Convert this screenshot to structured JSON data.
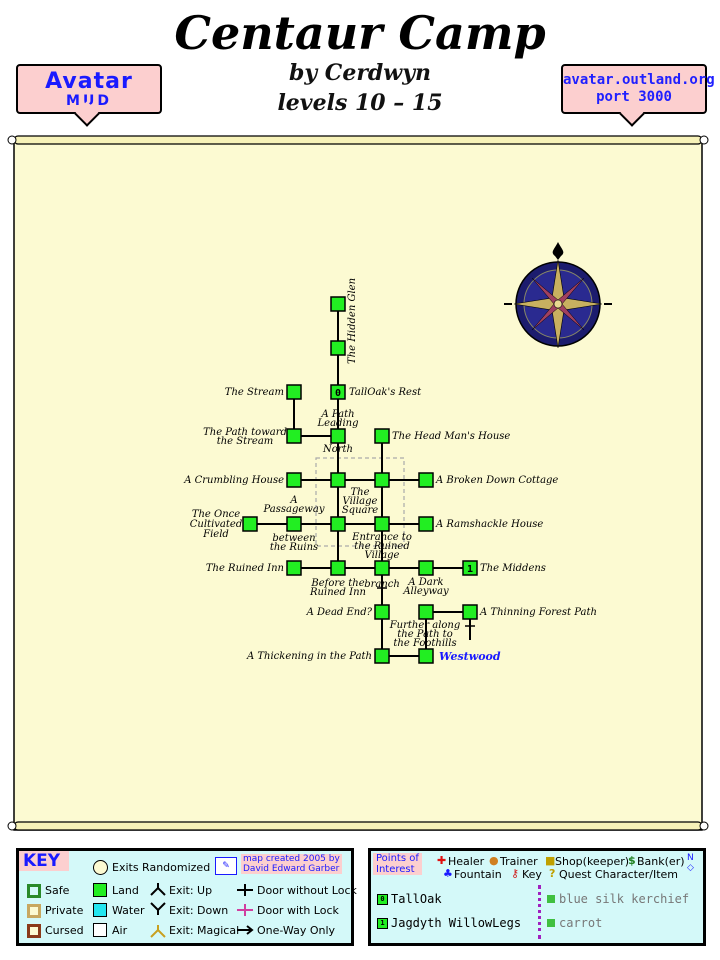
{
  "header": {
    "title": "Centaur Camp",
    "author": "by Cerdwyn",
    "levels": "levels 10 – 15",
    "logo_main": "Avatar",
    "logo_sub": "MUD",
    "site_line1": "avatar.outland.org",
    "site_line2": "port 3000"
  },
  "map": {
    "labels": {
      "hidden_glen": "The Hidden Glen",
      "stream": "The Stream",
      "talloak_rest": "TallOak's Rest",
      "path_leading_1": "A Path",
      "path_leading_2": "Leading",
      "north": "North",
      "path_toward_1": "The Path toward",
      "path_toward_2": "the Stream",
      "head_man": "The Head Man's House",
      "crumbling": "A Crumbling House",
      "broken_cottage": "A Broken Down Cottage",
      "passageway_1": "A",
      "passageway_2": "Passageway",
      "square_1": "The",
      "square_2": "Village",
      "square_3": "Square",
      "cultivated_1": "The Once",
      "cultivated_2": "Cultivated",
      "cultivated_3": "Field",
      "ramshackle": "A Ramshackle House",
      "between_1": "between",
      "between_2": "the Ruins",
      "entrance_1": "Entrance to",
      "entrance_2": "the Ruined",
      "entrance_3": "Village",
      "ruined_inn": "The Ruined Inn",
      "before_inn_1": "Before the",
      "before_inn_2": "Ruined Inn",
      "branch": "branch",
      "dark_alley_1": "A Dark",
      "dark_alley_2": "Alleyway",
      "middens": "The Middens",
      "dead_end": "A Dead End?",
      "thinning": "A Thinning Forest Path",
      "further_1": "Further along",
      "further_2": "the Path to",
      "further_3": "the Foothills",
      "thickening": "A Thickening in the Path",
      "westwood": "Westwood",
      "mark_talloak": "0",
      "mark_middens": "1"
    }
  },
  "key": {
    "title": "KEY",
    "exits_randomized": "Exits Randomized",
    "credit_1": "map created 2005 by",
    "credit_2": "David Edward Garber",
    "safe": "Safe",
    "private": "Private",
    "cursed": "Cursed",
    "land": "Land",
    "water": "Water",
    "air": "Air",
    "exit_up": "Exit: Up",
    "exit_down": "Exit: Down",
    "exit_magical": "Exit: Magical",
    "door_no_lock": "Door without Lock",
    "door_lock": "Door with Lock",
    "one_way": "One-Way Only"
  },
  "poi": {
    "title_1": "Points of",
    "title_2": "Interest",
    "healer": "Healer",
    "trainer": "Trainer",
    "shop": "Shop(keeper)",
    "bank": "Bank(er)",
    "fountain": "Fountain",
    "key": "Key",
    "quest": "Quest Character/Item",
    "num_0": "0",
    "num_1": "1",
    "npc_0": "TallOak",
    "npc_1": "Jagdyth WillowLegs",
    "item_0": "blue silk kerchief",
    "item_1": "carrot"
  },
  "colors": {
    "parchment": "#fcfad2",
    "room_land": "#22ee22",
    "key_bg": "#d4f9f9",
    "badge_bg": "#fccfcf",
    "accent_blue": "#1a1aff"
  }
}
